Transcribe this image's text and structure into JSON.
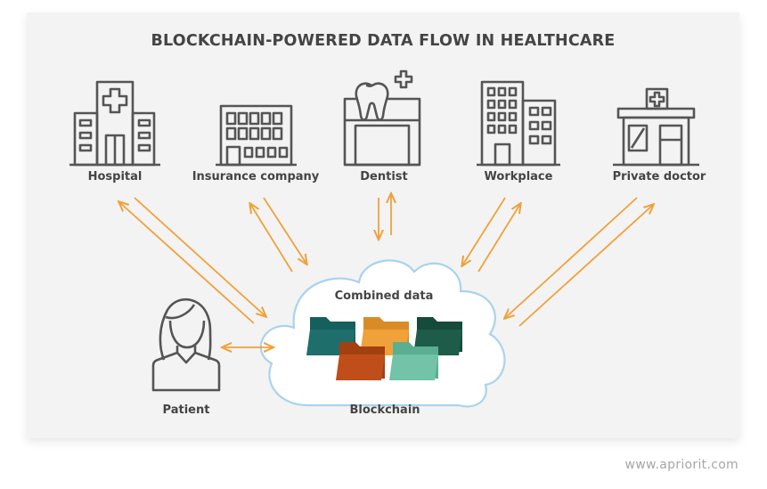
{
  "title": "BLOCKCHAIN-POWERED DATA FLOW IN HEALTHCARE",
  "nodes": {
    "hospital": "Hospital",
    "insurance": "Insurance company",
    "dentist": "Dentist",
    "workplace": "Workplace",
    "private_doctor": "Private doctor",
    "patient": "Patient"
  },
  "cloud": {
    "inner_label": "Combined data",
    "label": "Blockchain"
  },
  "footer": "www.apriorit.com",
  "colors": {
    "arrow": "#f0a13a",
    "icon_stroke": "#555555",
    "cloud_stroke": "#a9d3ec",
    "folders": [
      "#1e6e6c",
      "#f0a13a",
      "#1e5b49",
      "#bf4e1b",
      "#72c3a7"
    ]
  }
}
